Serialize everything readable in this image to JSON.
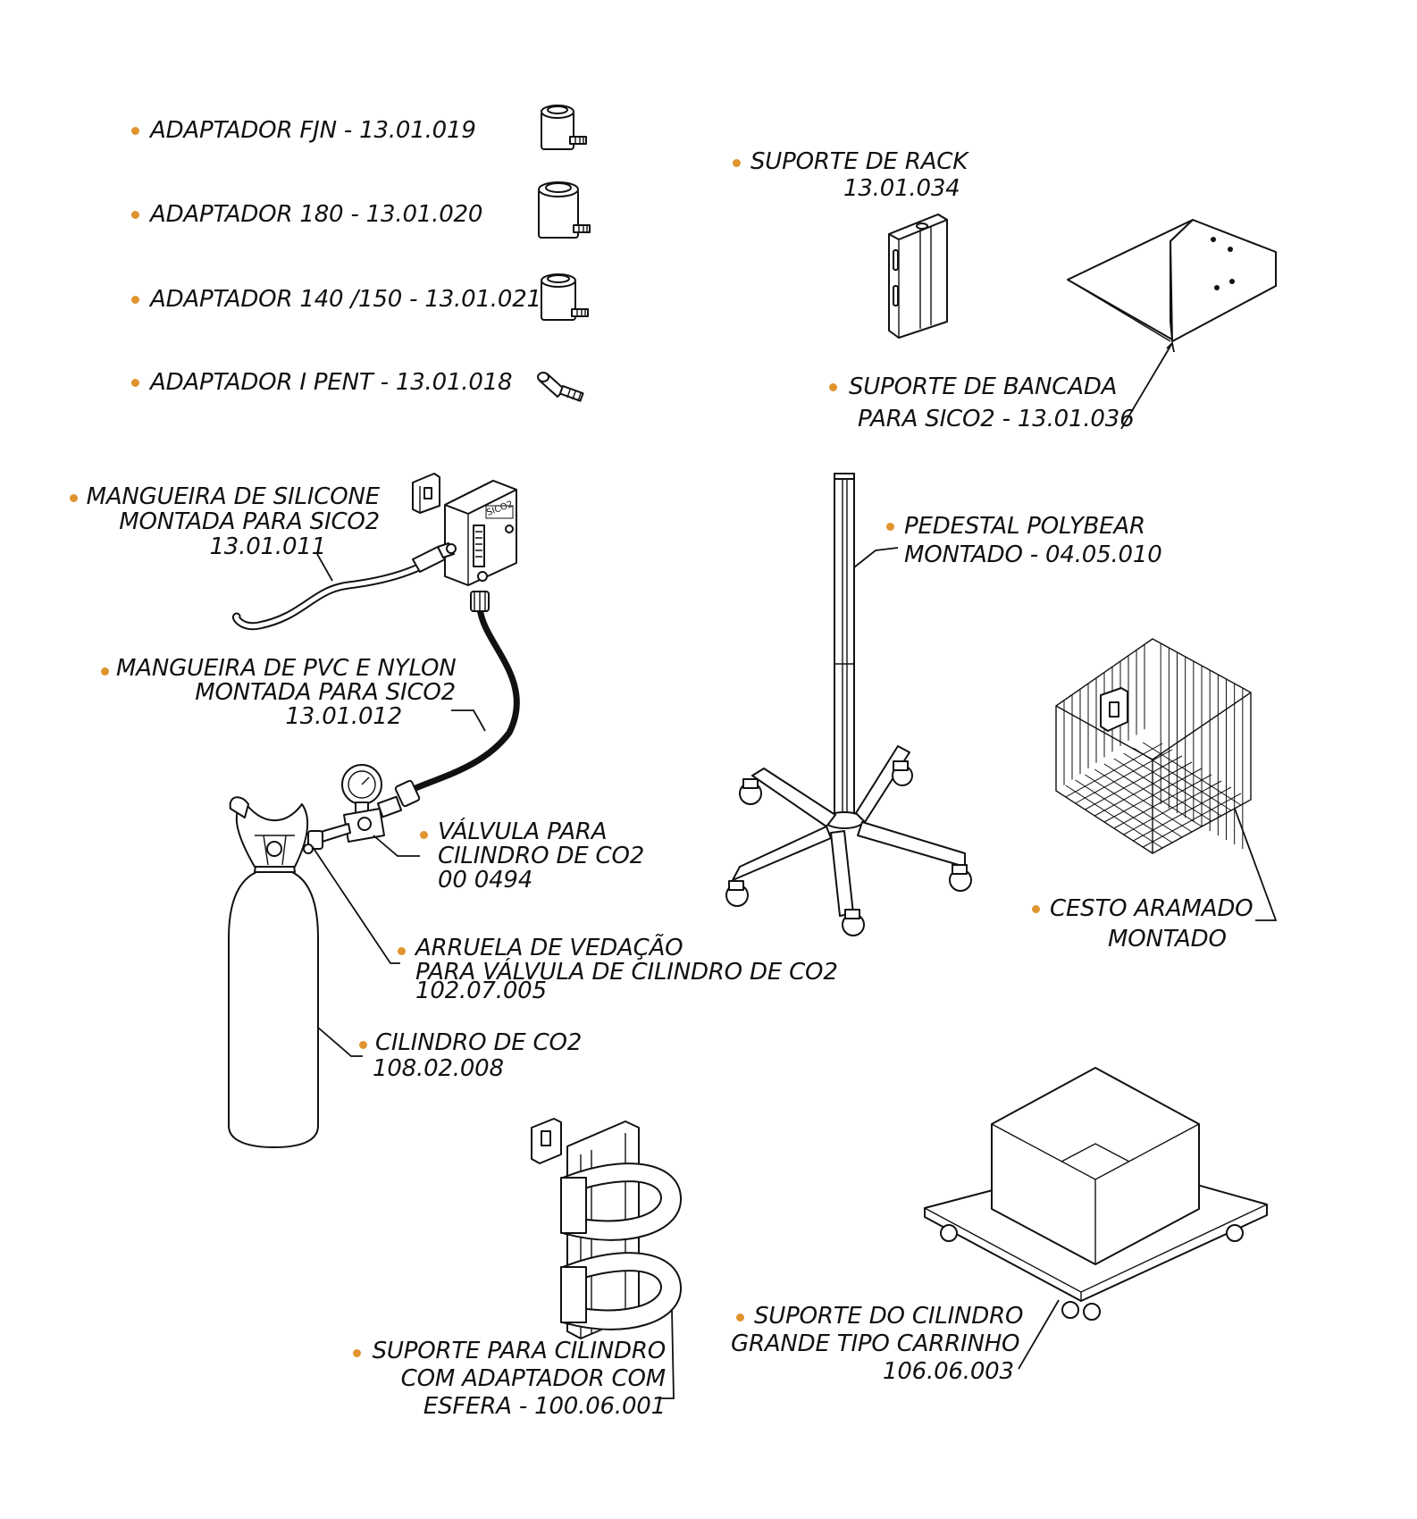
{
  "colors": {
    "bullet": "#e0942e",
    "line": "#111111",
    "text": "#111111"
  },
  "labels": {
    "adaptador_fjn": [
      "ADAPTADOR FJN - 13.01.019"
    ],
    "adaptador_180": [
      "ADAPTADOR 180 - 13.01.020"
    ],
    "adaptador_140": [
      "ADAPTADOR 140 /150 - 13.01.021"
    ],
    "adaptador_pent": [
      "ADAPTADOR I PENT - 13.01.018"
    ],
    "suporte_rack": [
      "SUPORTE DE RACK",
      "13.01.034"
    ],
    "suporte_bancada": [
      "SUPORTE DE BANCADA",
      "PARA SICO2 - 13.01.036"
    ],
    "mangueira_silicone": [
      "MANGUEIRA DE SILICONE",
      "MONTADA PARA SICO2",
      "13.01.011"
    ],
    "pedestal": [
      "PEDESTAL POLYBEAR",
      "MONTADO - 04.05.010"
    ],
    "mangueira_pvc": [
      "MANGUEIRA DE PVC E NYLON",
      "MONTADA PARA SICO2",
      "13.01.012"
    ],
    "valvula": [
      "VÁLVULA PARA",
      "CILINDRO DE CO2",
      "00 0494"
    ],
    "cesto": [
      "CESTO ARAMADO",
      "MONTADO"
    ],
    "arruela": [
      "ARRUELA DE VEDAÇÃO",
      "PARA VÁLVULA DE CILINDRO DE CO2",
      "102.07.005"
    ],
    "cilindro": [
      "CILINDRO DE CO2",
      "108.02.008"
    ],
    "suporte_carrinho": [
      "SUPORTE DO CILINDRO",
      "GRANDE TIPO CARRINHO",
      "106.06.003"
    ],
    "suporte_esfera": [
      "SUPORTE PARA CILINDRO",
      "COM ADAPTADOR  COM",
      "ESFERA - 100.06.001"
    ]
  },
  "device_text": "SICO2"
}
